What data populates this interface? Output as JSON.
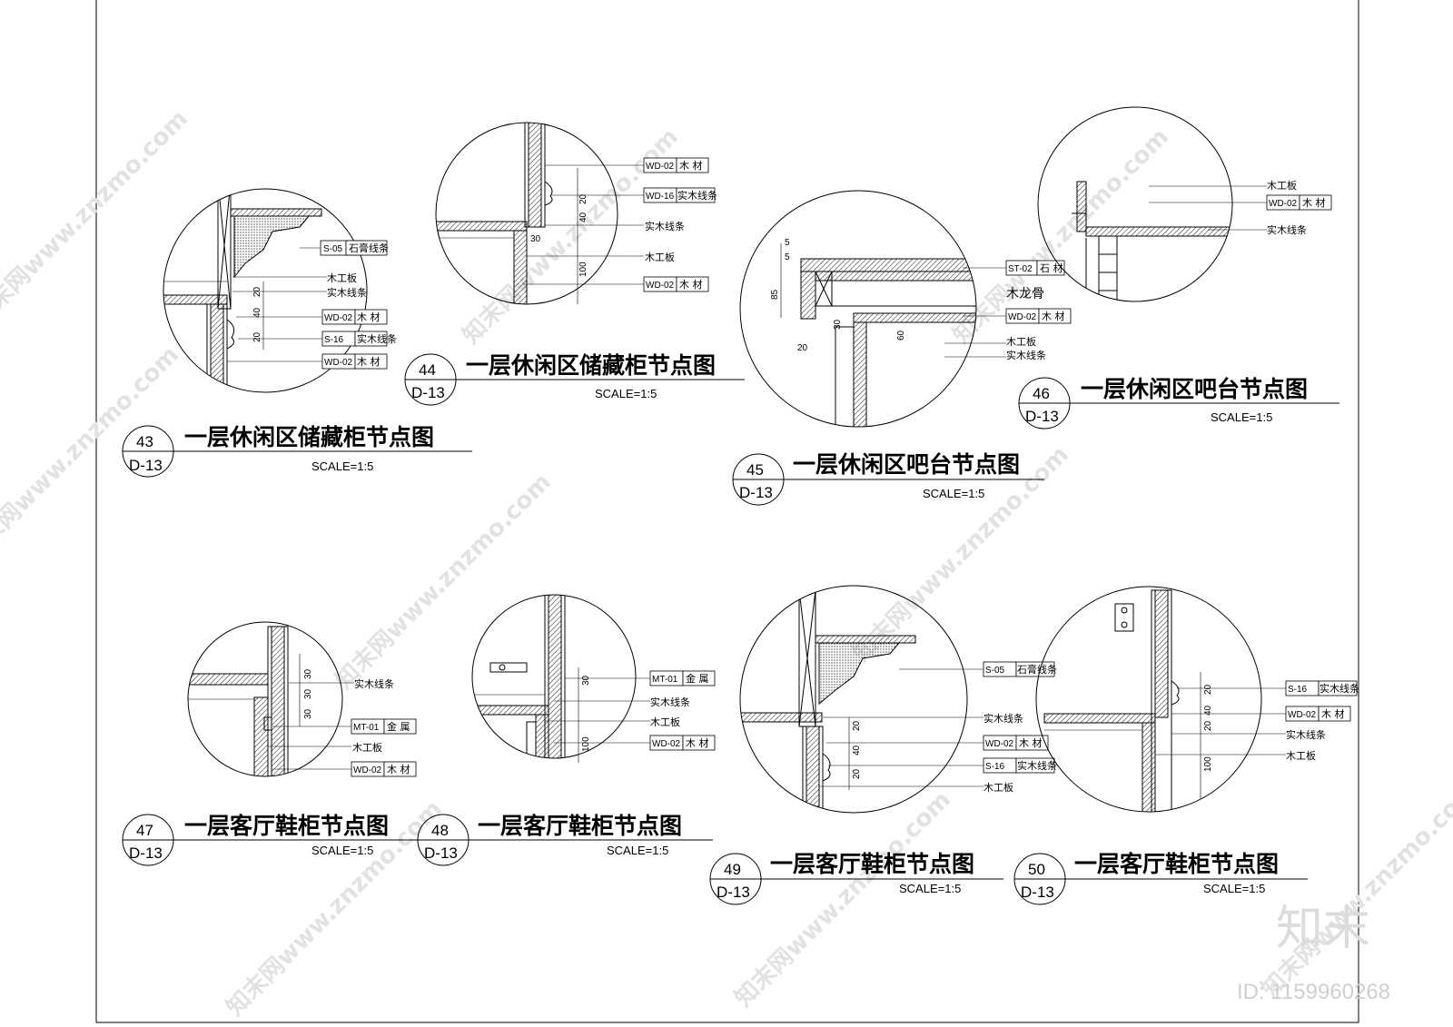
{
  "watermark": {
    "site": "知末网www.znzmo.com",
    "logo": "知末",
    "id": "ID: 1159960268"
  },
  "details": [
    {
      "number": "43",
      "sheet": "D-13",
      "title": "一层休闲区储藏柜节点图",
      "scale": "SCALE=1:5",
      "tags": [
        {
          "code": "S-05",
          "label": "石膏线条"
        },
        {
          "code": "WD-02",
          "label": "木 材"
        },
        {
          "code": "S-16",
          "label": "实木线条"
        },
        {
          "code": "WD-02",
          "label": "木 材"
        }
      ],
      "notes": [
        "木工板",
        "实木线条"
      ],
      "dims": [
        "20",
        "40",
        "20"
      ]
    },
    {
      "number": "44",
      "sheet": "D-13",
      "title": "一层休闲区储藏柜节点图",
      "scale": "SCALE=1:5",
      "tags": [
        {
          "code": "WD-02",
          "label": "木 材"
        },
        {
          "code": "WD-16",
          "label": "实木线条"
        },
        {
          "code": "WD-02",
          "label": "木 材"
        }
      ],
      "notes": [
        "实木线条",
        "木工板"
      ],
      "dims": [
        "20",
        "40",
        "30",
        "100"
      ]
    },
    {
      "number": "45",
      "sheet": "D-13",
      "title": "一层休闲区吧台节点图",
      "scale": "SCALE=1:5",
      "tags": [
        {
          "code": "ST-02",
          "label": "石 材"
        },
        {
          "code": "WD-02",
          "label": "木 材"
        }
      ],
      "notes": [
        "木龙骨",
        "木工板",
        "实木线条"
      ],
      "dims": [
        "5",
        "5",
        "85",
        "30",
        "60",
        "20"
      ]
    },
    {
      "number": "46",
      "sheet": "D-13",
      "title": "一层休闲区吧台节点图",
      "scale": "SCALE=1:5",
      "tags": [
        {
          "code": "WD-02",
          "label": "木 材"
        }
      ],
      "notes": [
        "木工板",
        "实木线条"
      ],
      "dims": []
    },
    {
      "number": "47",
      "sheet": "D-13",
      "title": "一层客厅鞋柜节点图",
      "scale": "SCALE=1:5",
      "tags": [
        {
          "code": "MT-01",
          "label": "金 属"
        },
        {
          "code": "WD-02",
          "label": "木 材"
        }
      ],
      "notes": [
        "实木线条",
        "木工板"
      ],
      "dims": [
        "30",
        "30",
        "30"
      ]
    },
    {
      "number": "48",
      "sheet": "D-13",
      "title": "一层客厅鞋柜节点图",
      "scale": "SCALE=1:5",
      "tags": [
        {
          "code": "MT-01",
          "label": "金 属"
        },
        {
          "code": "WD-02",
          "label": "木 材"
        }
      ],
      "notes": [
        "实木线条",
        "木工板"
      ],
      "dims": [
        "30",
        "100"
      ]
    },
    {
      "number": "49",
      "sheet": "D-13",
      "title": "一层客厅鞋柜节点图",
      "scale": "SCALE=1:5",
      "tags": [
        {
          "code": "S-05",
          "label": "石膏线条"
        },
        {
          "code": "WD-02",
          "label": "木 材"
        },
        {
          "code": "S-16",
          "label": "实木线条"
        }
      ],
      "notes": [
        "实木线条",
        "木工板"
      ],
      "dims": [
        "20",
        "40",
        "20"
      ]
    },
    {
      "number": "50",
      "sheet": "D-13",
      "title": "一层客厅鞋柜节点图",
      "scale": "SCALE=1:5",
      "tags": [
        {
          "code": "S-16",
          "label": "实木线条"
        },
        {
          "code": "WD-02",
          "label": "木 材"
        }
      ],
      "notes": [
        "实木线条",
        "木工板"
      ],
      "dims": [
        "20",
        "40",
        "20",
        "100"
      ]
    }
  ]
}
